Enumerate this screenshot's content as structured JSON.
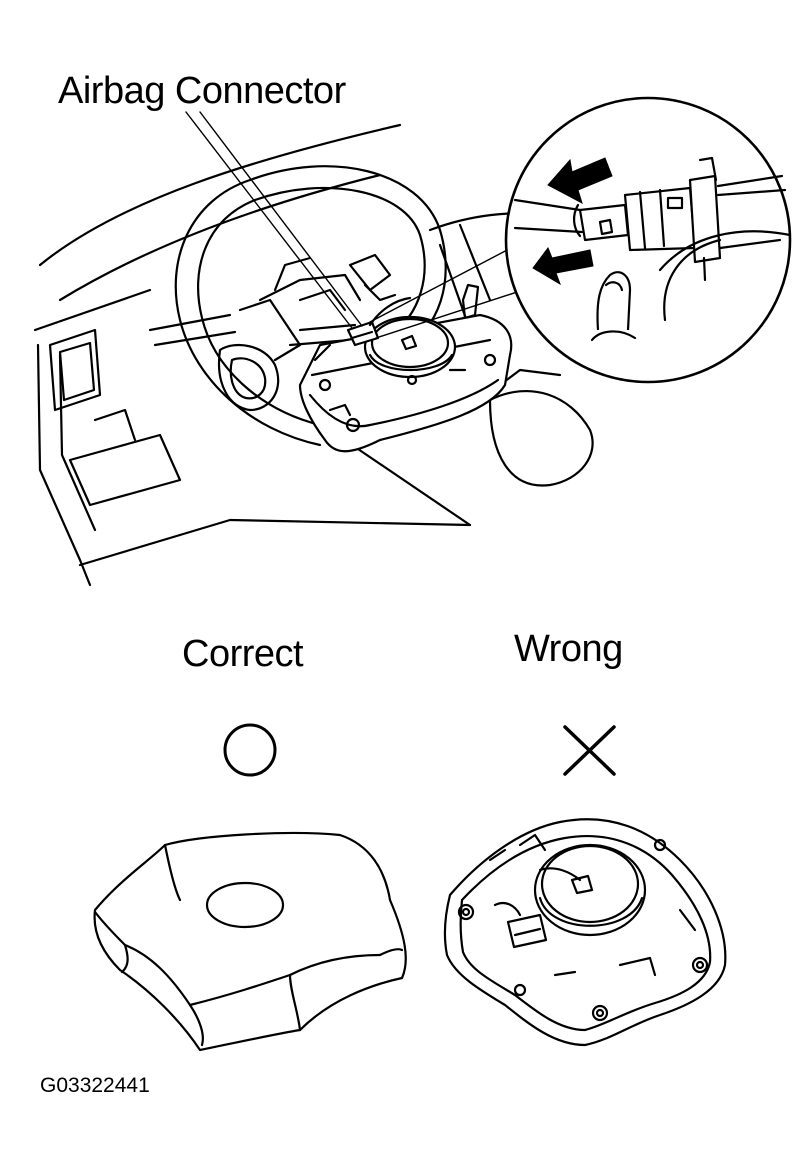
{
  "callout": {
    "label": "Airbag Connector"
  },
  "comparison": {
    "correct": {
      "label": "Correct",
      "symbol": "circle-symbol"
    },
    "wrong": {
      "label": "Wrong",
      "symbol": "cross-symbol"
    }
  },
  "figure_code": "G03322441"
}
